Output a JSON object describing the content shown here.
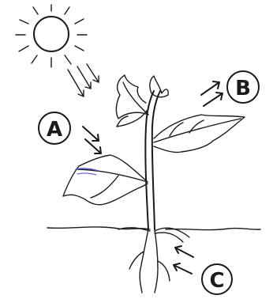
{
  "labels": {
    "a": "A",
    "b": "B",
    "c": "C"
  },
  "colors": {
    "ink": "#1a1a1a",
    "vein_tint": "#5a5ad0"
  }
}
